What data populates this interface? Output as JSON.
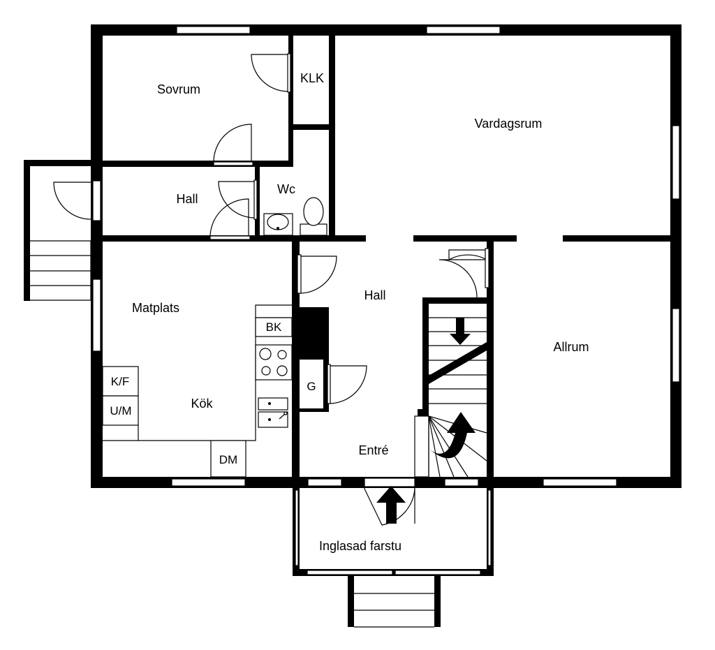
{
  "rooms": {
    "sovrum": "Sovrum",
    "klk": "KLK",
    "vardagsrum": "Vardagsrum",
    "hall_upper": "Hall",
    "wc": "Wc",
    "matplats": "Matplats",
    "hall_center": "Hall",
    "allrum": "Allrum",
    "kok": "Kök",
    "entre": "Entré",
    "inglasad_farstu": "Inglasad farstu"
  },
  "appliances": {
    "bk": "BK",
    "kf": "K/F",
    "um": "U/M",
    "dm": "DM",
    "g": "G"
  },
  "colors": {
    "wall": "#000000",
    "background": "#ffffff"
  }
}
